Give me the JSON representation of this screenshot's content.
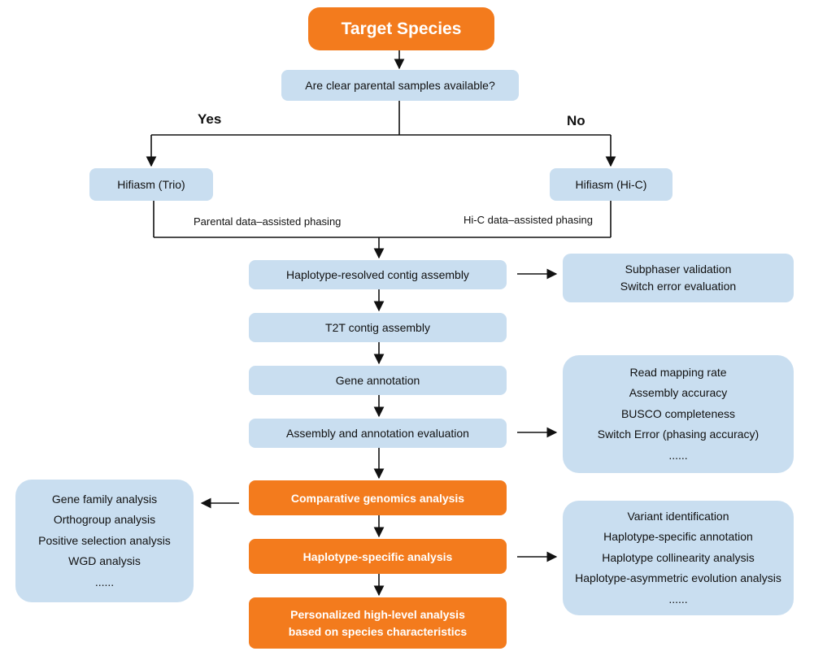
{
  "title": "Target Species",
  "question": "Are clear parental samples available?",
  "branch_yes": {
    "label": "Yes",
    "tool": "Hifiasm (Trio)",
    "note": "Parental data–assisted phasing"
  },
  "branch_no": {
    "label": "No",
    "tool": "Hifiasm (Hi-C)",
    "note": "Hi-C data–assisted phasing"
  },
  "steps": {
    "haplotype_assembly": "Haplotype-resolved contig assembly",
    "t2t": "T2T contig assembly",
    "gene_annotation": "Gene annotation",
    "evaluation": "Assembly and annotation evaluation",
    "comparative": "Comparative genomics analysis",
    "haplotype_specific": "Haplotype-specific analysis",
    "personalized": [
      "Personalized high-level analysis",
      "based on species characteristics"
    ]
  },
  "validation_items": [
    "Subphaser validation",
    "Switch error evaluation"
  ],
  "evaluation_items": [
    "Read mapping rate",
    "Assembly accuracy",
    "BUSCO completeness",
    "Switch Error (phasing accuracy)",
    "......"
  ],
  "comparative_items": [
    "Gene family analysis",
    "Orthogroup analysis",
    "Positive selection analysis",
    "WGD analysis",
    "......"
  ],
  "haplotype_items": [
    "Variant identification",
    "Haplotype-specific annotation",
    "Haplotype collinearity analysis",
    "Haplotype-asymmetric evolution analysis",
    "......"
  ],
  "colors": {
    "orange": "#f37b1d",
    "blue_box": "#c9def0",
    "line": "#111111"
  }
}
